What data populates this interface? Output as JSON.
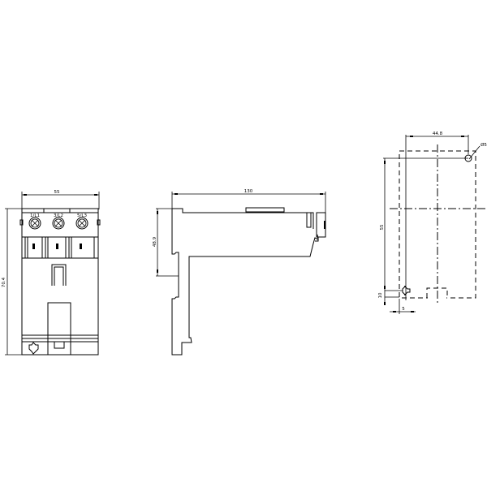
{
  "drawing": {
    "background": "#ffffff",
    "line_color": "#000000",
    "front_view": {
      "width_dim": "55",
      "height_dim": "70.4",
      "terminals": [
        {
          "label": "1/L1"
        },
        {
          "label": "3/L2"
        },
        {
          "label": "5/L3"
        }
      ]
    },
    "side_view": {
      "depth_dim": "130",
      "offset_dim": "48.9"
    },
    "mounting_view": {
      "hole_spacing_dim": "44.8",
      "hole_diameter_dim": "Ø5",
      "vertical_dim": "55",
      "bottom_offset_dim": "10",
      "side_offset_dim": "5"
    }
  }
}
